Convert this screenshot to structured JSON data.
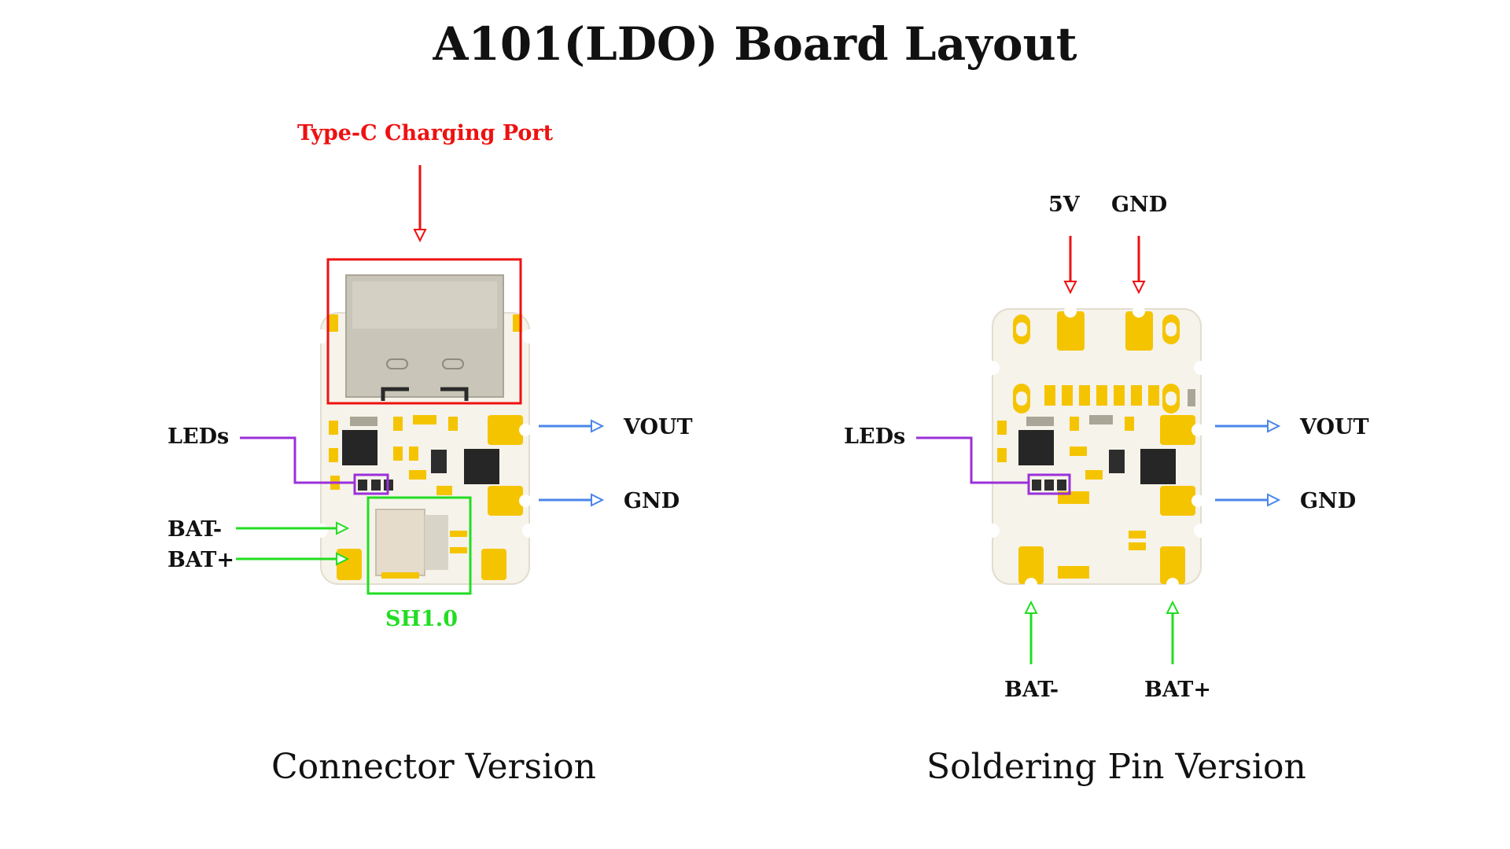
{
  "title": "A101(LDO) Board Layout",
  "connector_version": {
    "caption": "Connector Version",
    "labels": {
      "type_c": "Type-C Charging Port",
      "leds": "LEDs",
      "vout": "VOUT",
      "gnd": "GND",
      "bat_minus": "BAT-",
      "bat_plus": "BAT+",
      "sh10": "SH1.0"
    }
  },
  "soldering_version": {
    "caption": "Soldering Pin Version",
    "labels": {
      "v5": "5V",
      "gnd_top": "GND",
      "leds": "LEDs",
      "vout": "VOUT",
      "gnd": "GND",
      "bat_minus": "BAT-",
      "bat_plus": "BAT+"
    }
  },
  "colors": {
    "red_callout": "#ee1111",
    "green_callout": "#22dd22",
    "blue_callout": "#4a86e8",
    "purple_callout": "#9b30d9",
    "pcb": "#f6f3ea",
    "pad_gold": "#f5c400",
    "chip": "#262626"
  }
}
